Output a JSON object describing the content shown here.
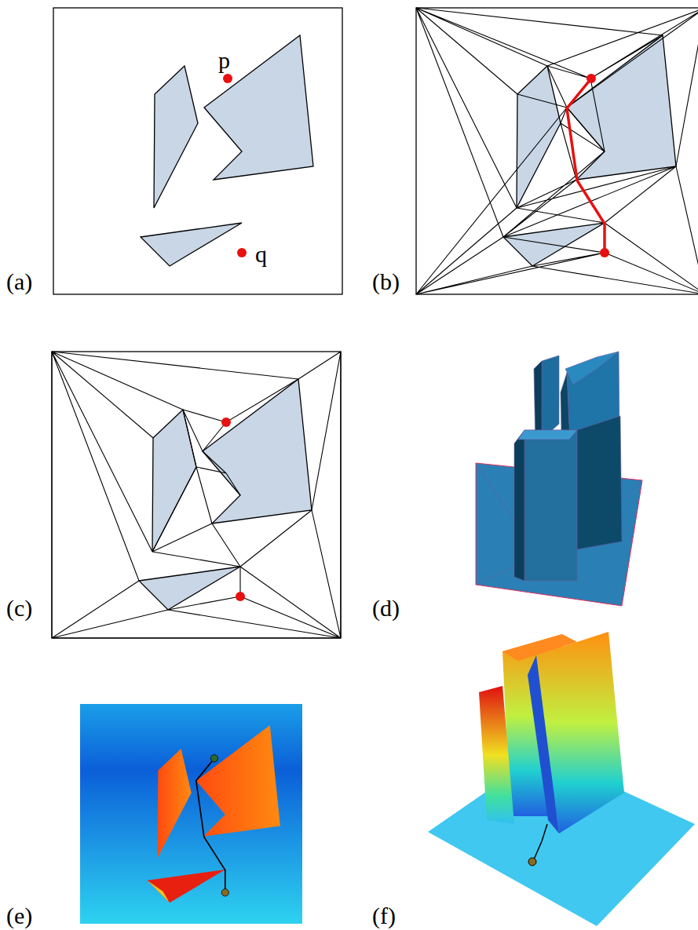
{
  "diagram": {
    "labels": [
      "p",
      "q",
      "(a)",
      "(b)",
      "(c)",
      "(d)",
      "(e)",
      "(f)"
    ]
  }
}
